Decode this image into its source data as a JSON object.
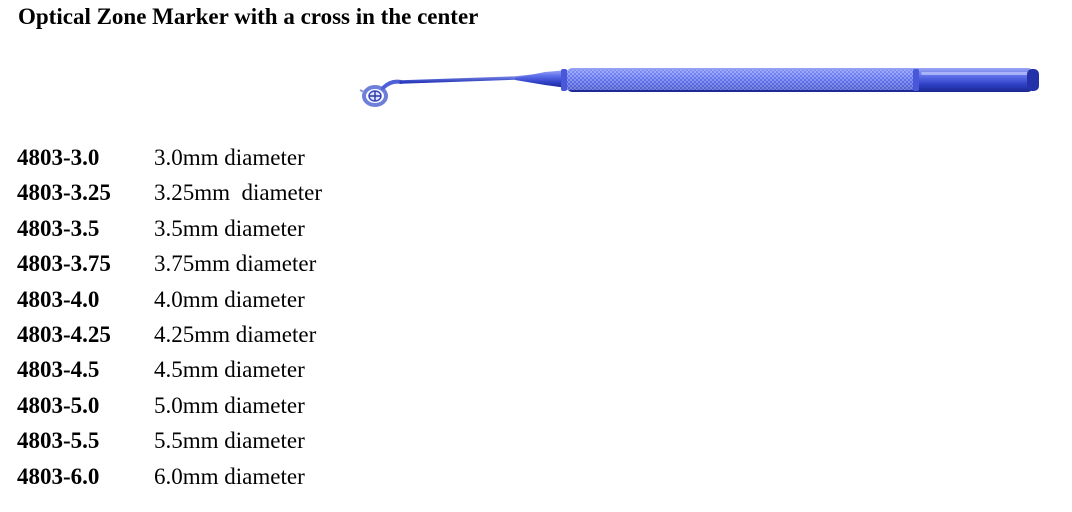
{
  "title": "Optical Zone Marker with a cross in the center",
  "product_image": {
    "icon": "optical-zone-marker-instrument",
    "color": "#3c4fd6"
  },
  "catalog": [
    {
      "code": "4803-3.0",
      "description": "3.0mm diameter"
    },
    {
      "code": "4803-3.25",
      "description": "3.25mm  diameter"
    },
    {
      "code": "4803-3.5",
      "description": "3.5mm diameter"
    },
    {
      "code": "4803-3.75",
      "description": "3.75mm diameter"
    },
    {
      "code": "4803-4.0",
      "description": "4.0mm diameter"
    },
    {
      "code": "4803-4.25",
      "description": "4.25mm diameter"
    },
    {
      "code": "4803-4.5",
      "description": "4.5mm diameter"
    },
    {
      "code": "4803-5.0",
      "description": "5.0mm diameter"
    },
    {
      "code": "4803-5.5",
      "description": "5.5mm diameter"
    },
    {
      "code": "4803-6.0",
      "description": "6.0mm diameter"
    }
  ]
}
